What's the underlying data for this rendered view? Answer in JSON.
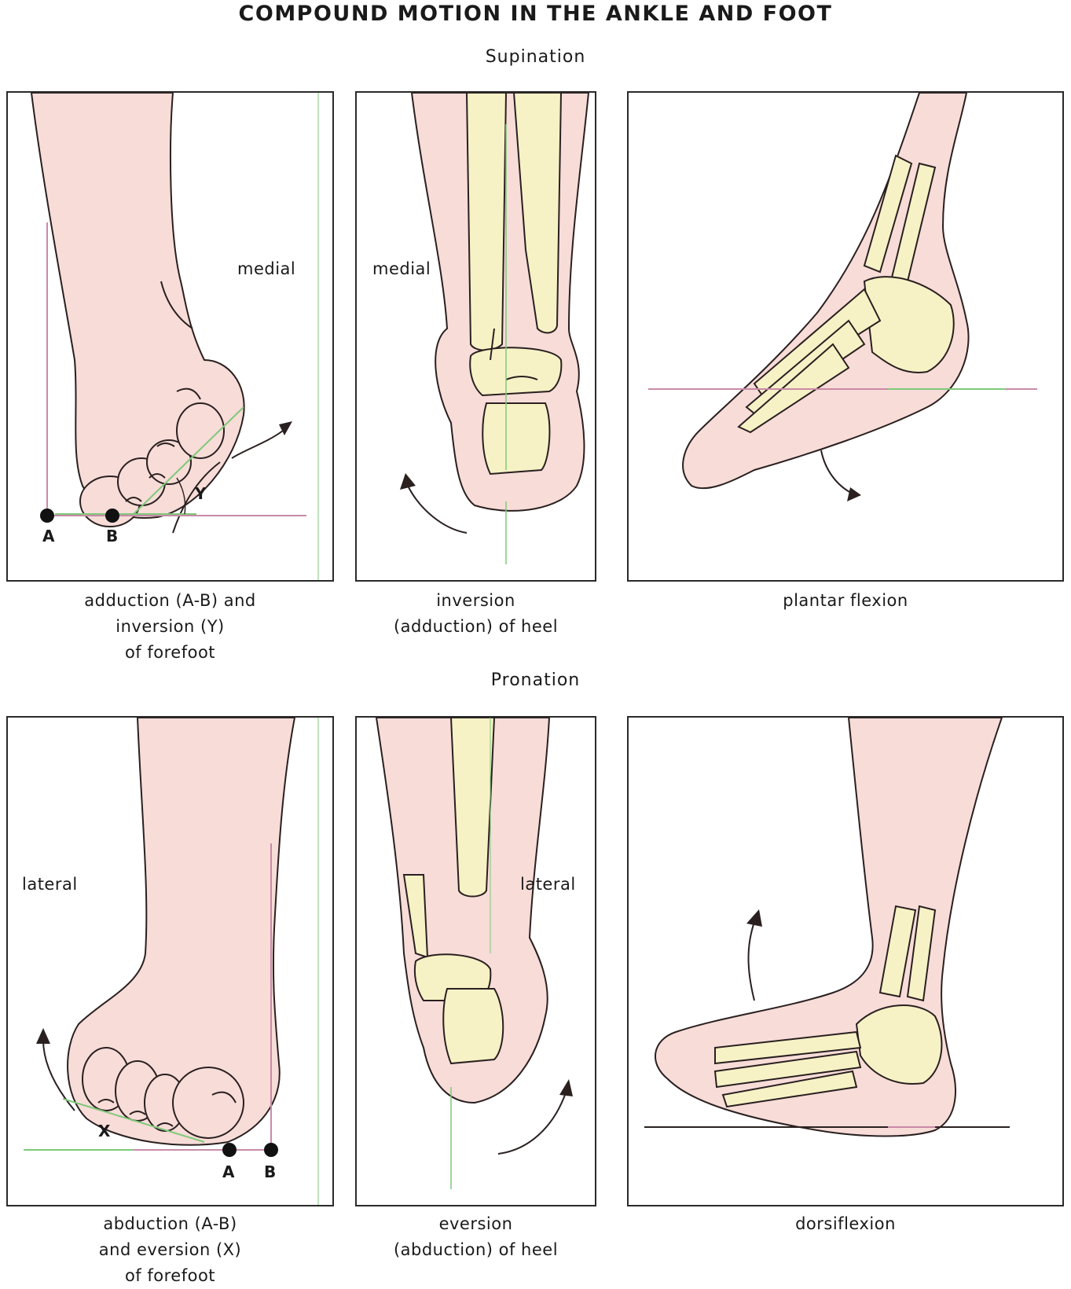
{
  "title": "COMPOUND MOTION IN THE ANKLE AND FOOT",
  "sections": {
    "supination": "Supination",
    "pronation": "Pronation"
  },
  "labels": {
    "medial": "medial",
    "lateral": "lateral",
    "point_a": "A",
    "point_b": "B",
    "angle_y": "Y",
    "angle_x": "X"
  },
  "captions": {
    "sup_forefoot": [
      "adduction (A-B) and",
      "inversion (Y)",
      "of forefoot"
    ],
    "sup_heel": [
      "inversion",
      "(adduction) of heel"
    ],
    "sup_ankle": [
      "plantar flexion"
    ],
    "pro_forefoot": [
      "abduction (A-B)",
      "and eversion (X)",
      "of forefoot"
    ],
    "pro_heel": [
      "eversion",
      "(abduction) of heel"
    ],
    "pro_ankle": [
      "dorsiflexion"
    ]
  },
  "colors": {
    "skin": "#f7dcd8",
    "bone": "#f6f2c6",
    "outline": "#2a2020",
    "axis_green": "#7fc97a",
    "axis_pink": "#c98aa8"
  }
}
